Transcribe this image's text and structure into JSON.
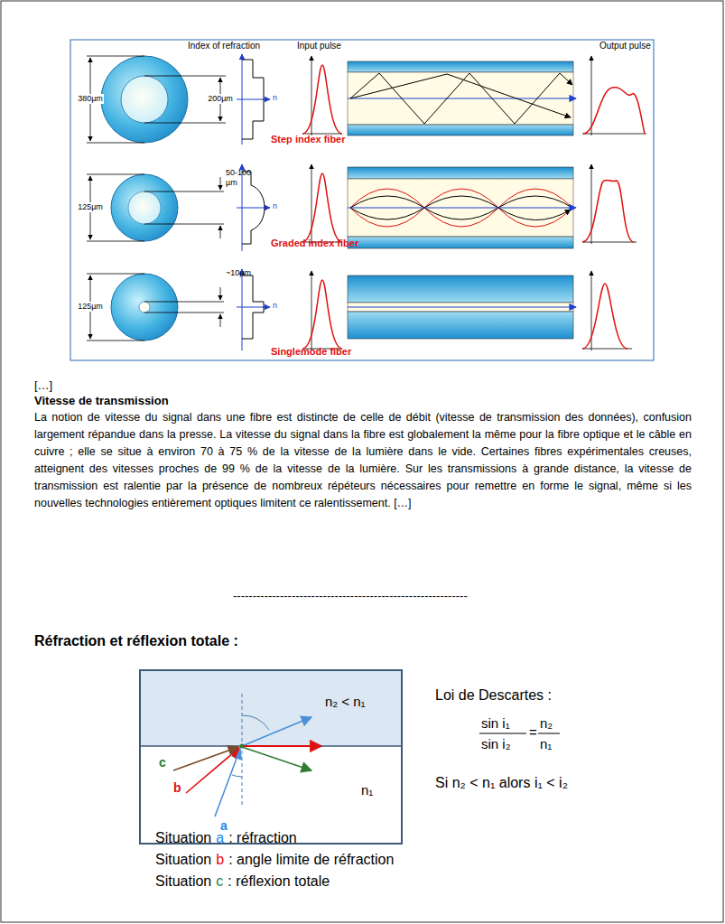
{
  "diagram": {
    "labels": [
      "Index of refraction",
      "Input pulse",
      "Output pulse",
      "380µm",
      "200µm",
      "n",
      "Step index fiber",
      "125µm",
      "50-100 µm",
      "n",
      "Graded index fiber",
      "125µm",
      "~10µm",
      "n",
      "Singlemode fiber",
      "[…]",
      "Vitesse de transmission",
      "La notion de vitesse du signal dans une fibre est distincte de celle de débit (vitesse de transmission des données), confusion largement répandue dans la presse. La vitesse du signal dans la fibre est globalement la même pour la fibre optique et le câble en cuivre ; elle se situe à environ 70 à 75 % de la vitesse de la lumière dans le vide. Certaines fibres expérimentales creuses, atteignent des vitesses proches de 99 % de la vitesse de la lumière. Sur les transmissions à grande distance, la vitesse de transmission est ralentie par la présence de nombreux répéteurs nécessaires pour remettre en forme le signal, même si les nouvelles technologies entièrement optiques limitent ce ralentissement. […]",
      "------------------------------------------------------------",
      "Réfraction et réflexion totale :",
      "c",
      "b",
      "a",
      "n₂ < n₁",
      "n₁",
      "Loi de Descartes :",
      "sin i₁",
      "sin i₂",
      "=",
      "n₂",
      "n₁",
      "Si n₂ < n₁ alors i₁ < i₂",
      "Situation",
      "a",
      ": réfraction",
      "Situation",
      "b",
      ": angle limite de réfraction",
      "Situation",
      "c",
      ": réflexion totale"
    ]
  }
}
